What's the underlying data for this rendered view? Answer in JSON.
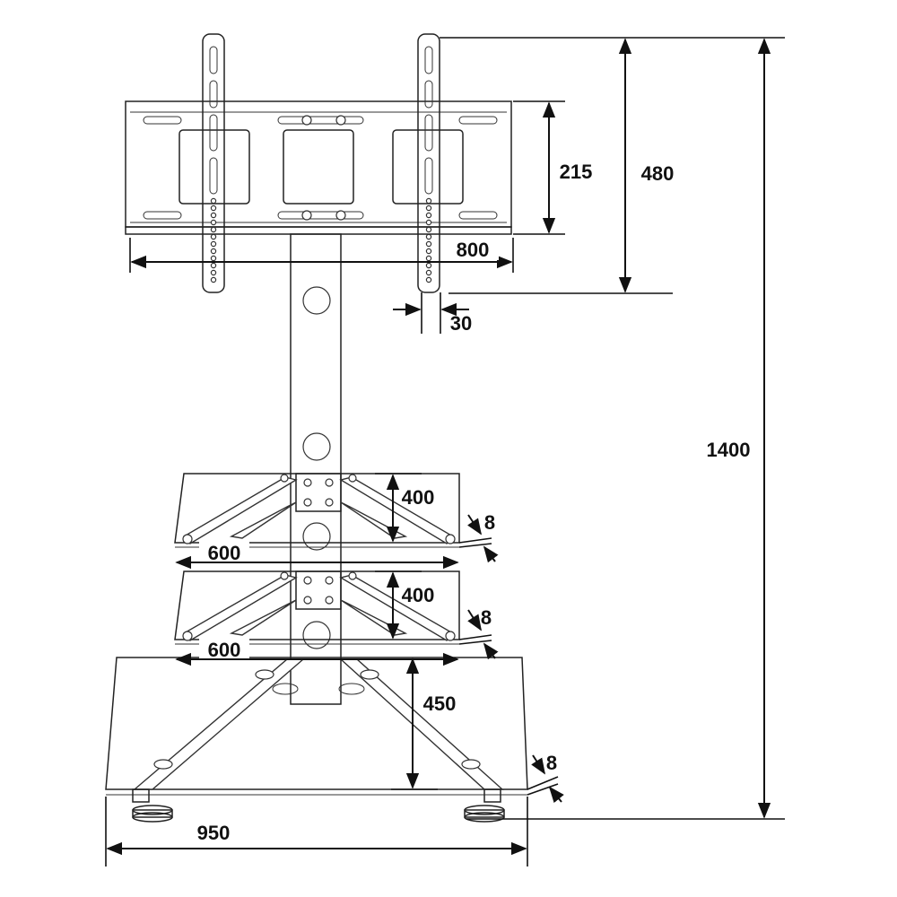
{
  "diagram": {
    "subject": "TV floor stand with glass shelves and mounting bracket",
    "dimensions": {
      "total_height": "1400",
      "bracket_height": "480",
      "plate_height": "215",
      "plate_width": "800",
      "arm_width": "30",
      "upper_shelf_depth": "400",
      "upper_shelf_thickness": "8",
      "upper_shelf_width": "600",
      "lower_shelf_depth": "400",
      "lower_shelf_thickness": "8",
      "lower_shelf_width": "600",
      "base_depth": "450",
      "base_thickness": "8",
      "base_width": "950"
    }
  },
  "colors": {
    "line": "#222222",
    "background": "#ffffff"
  }
}
